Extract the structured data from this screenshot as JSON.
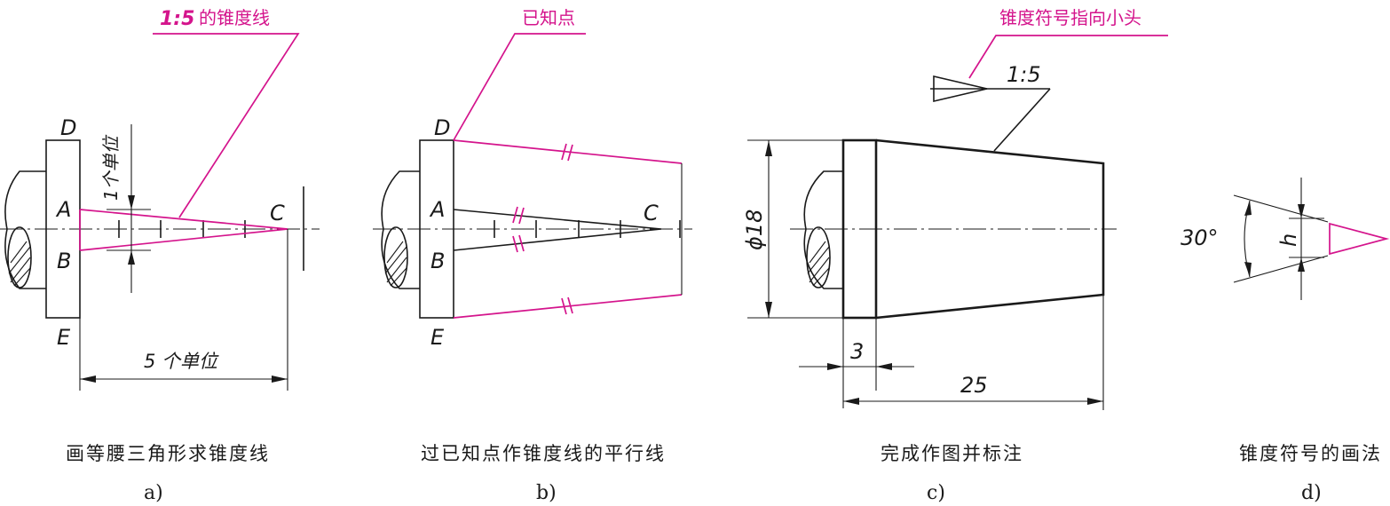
{
  "panel_a": {
    "annotation_ratio": "1:5",
    "annotation_text": "的锥度线",
    "point_d": "D",
    "point_a": "A",
    "point_b": "B",
    "point_c": "C",
    "point_e": "E",
    "unit_one": "1个单位",
    "unit_five": "5 个单位",
    "caption": "画等腰三角形求锥度线",
    "sub": "a)"
  },
  "panel_b": {
    "annotation": "已知点",
    "point_d": "D",
    "point_a": "A",
    "point_b": "B",
    "point_c": "C",
    "point_e": "E",
    "caption": "过已知点作锥度线的平行线",
    "sub": "b)"
  },
  "panel_c": {
    "annotation": "锥度符号指向小头",
    "ratio": "1:5",
    "diameter": "ϕ18",
    "dim_small": "3",
    "dim_length": "25",
    "caption": "完成作图并标注",
    "sub": "c)"
  },
  "panel_d": {
    "angle": "30°",
    "height": "h",
    "caption": "锥度符号的画法",
    "sub": "d)"
  },
  "colors": {
    "line": "#1a1a1a",
    "highlight": "#d4148c"
  }
}
